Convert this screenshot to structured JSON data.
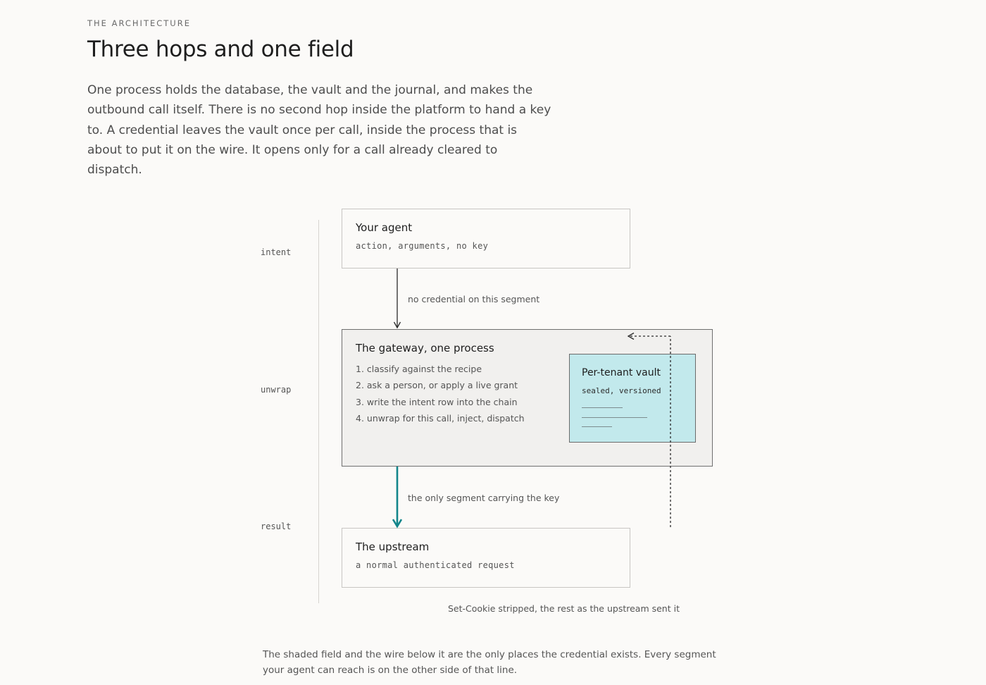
{
  "header": {
    "eyebrow": "THE ARCHITECTURE",
    "title": "Three hops and one field",
    "intro": "One process holds the database, the vault and the journal, and makes the outbound call itself. There is no second hop inside the platform to hand a key to. A credential leaves the vault once per call, inside the process that is about to put it on the wire. It opens only for a call already cleared to dispatch."
  },
  "rail": {
    "labels": [
      "intent",
      "unwrap",
      "result"
    ]
  },
  "nodes": {
    "agent": {
      "title": "Your agent",
      "subtitle": "action, arguments, no key"
    },
    "gateway": {
      "title": "The gateway, one process",
      "steps": [
        "1. classify against the recipe",
        "2. ask a person, or apply a live grant",
        "3. write the intent row into the chain",
        "4. unwrap for this call, inject, dispatch"
      ]
    },
    "vault": {
      "title": "Per-tenant vault",
      "subtitle": "sealed, versioned"
    },
    "upstream": {
      "title": "The upstream",
      "subtitle": "a normal authenticated request"
    }
  },
  "edges": {
    "agent_to_gateway": "no credential on this segment",
    "gateway_to_upstream": "the only segment carrying the key",
    "response": "Set-Cookie stripped, the rest as the upstream sent it"
  },
  "colors": {
    "key_wire": "#12858a",
    "vault_fill": "#c2e9ec"
  },
  "caption": "The shaded field and the wire below it are the only places the credential exists. Every segment your agent can reach is on the other side of that line."
}
